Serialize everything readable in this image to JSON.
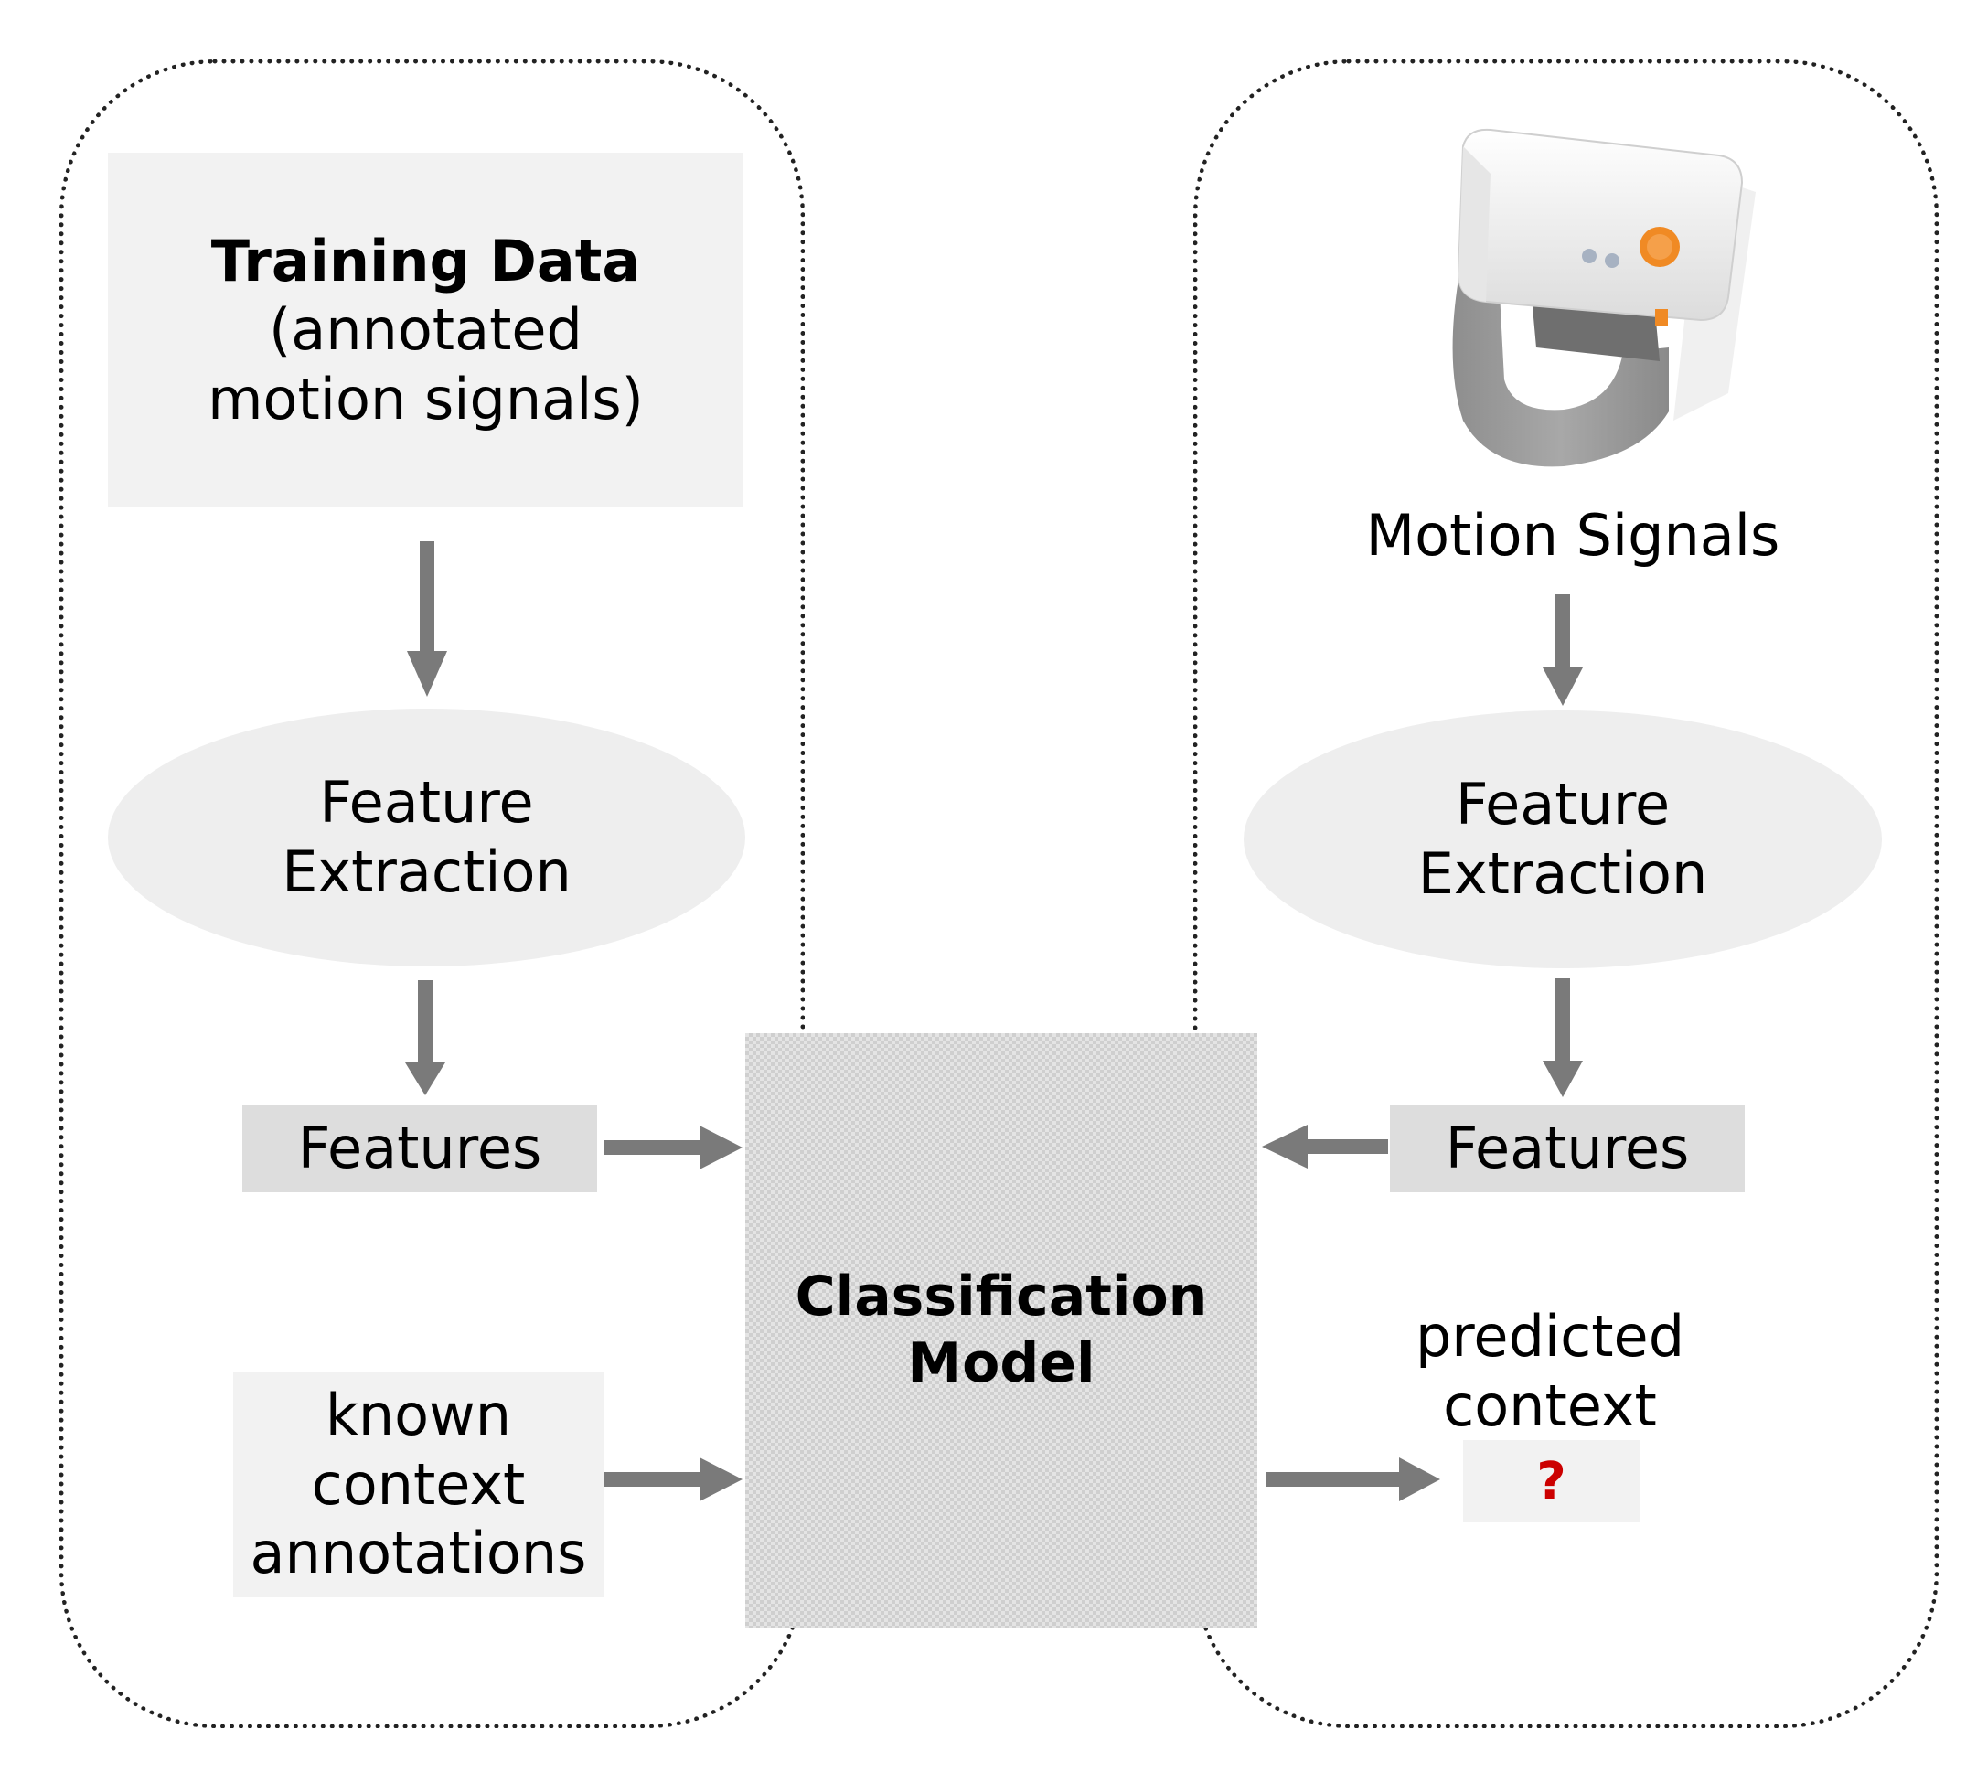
{
  "training": {
    "title": "Training Data",
    "subtitle_line1": "(annotated",
    "subtitle_line2": "motion signals)",
    "feature_extraction_line1": "Feature",
    "feature_extraction_line2": "Extraction",
    "features": "Features",
    "annotations_line1": "known",
    "annotations_line2": "context",
    "annotations_line3": "annotations"
  },
  "model": {
    "line1": "Classification",
    "line2": "Model"
  },
  "inference": {
    "signals": "Motion Signals",
    "feature_extraction_line1": "Feature",
    "feature_extraction_line2": "Extraction",
    "features": "Features",
    "predicted_line1": "predicted",
    "predicted_line2": "context",
    "predicted_value": "?"
  },
  "colors": {
    "arrow": "#7a7a7a",
    "question_mark": "#cc0000",
    "device_accent": "#f08a24"
  }
}
